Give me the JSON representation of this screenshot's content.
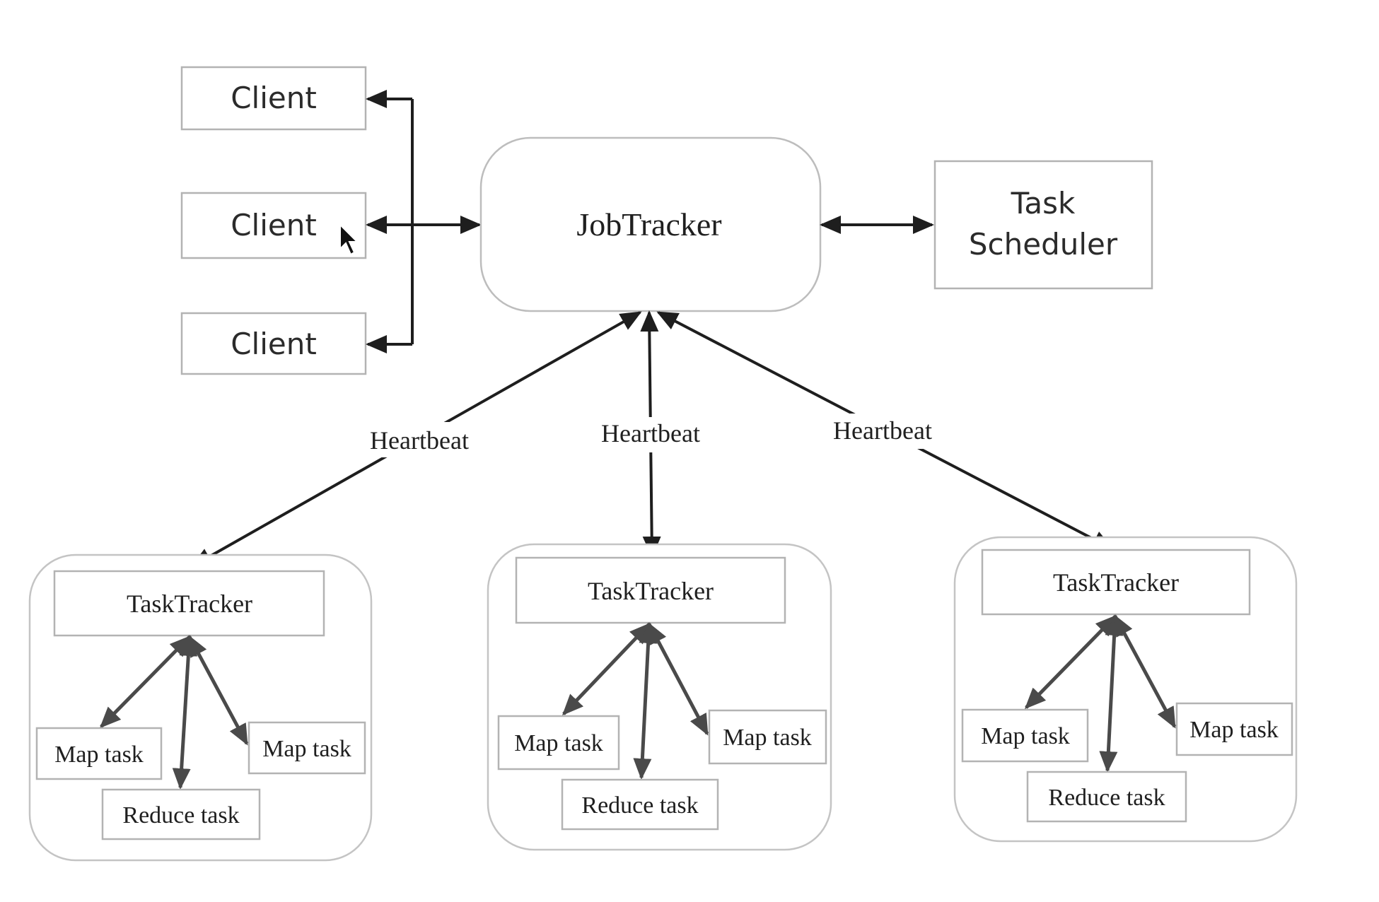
{
  "clients": [
    "Client",
    "Client",
    "Client"
  ],
  "job_tracker": "JobTracker",
  "task_scheduler": [
    "Task",
    "Scheduler"
  ],
  "heartbeat_labels": [
    "Heartbeat",
    "Heartbeat",
    "Heartbeat"
  ],
  "task_trackers": [
    {
      "title": "TaskTracker",
      "map_left": "Map task",
      "map_right": "Map task",
      "reduce": "Reduce task"
    },
    {
      "title": "TaskTracker",
      "map_left": "Map task",
      "map_right": "Map task",
      "reduce": "Reduce task"
    },
    {
      "title": "TaskTracker",
      "map_left": "Map task",
      "map_right": "Map task",
      "reduce": "Reduce task"
    }
  ]
}
